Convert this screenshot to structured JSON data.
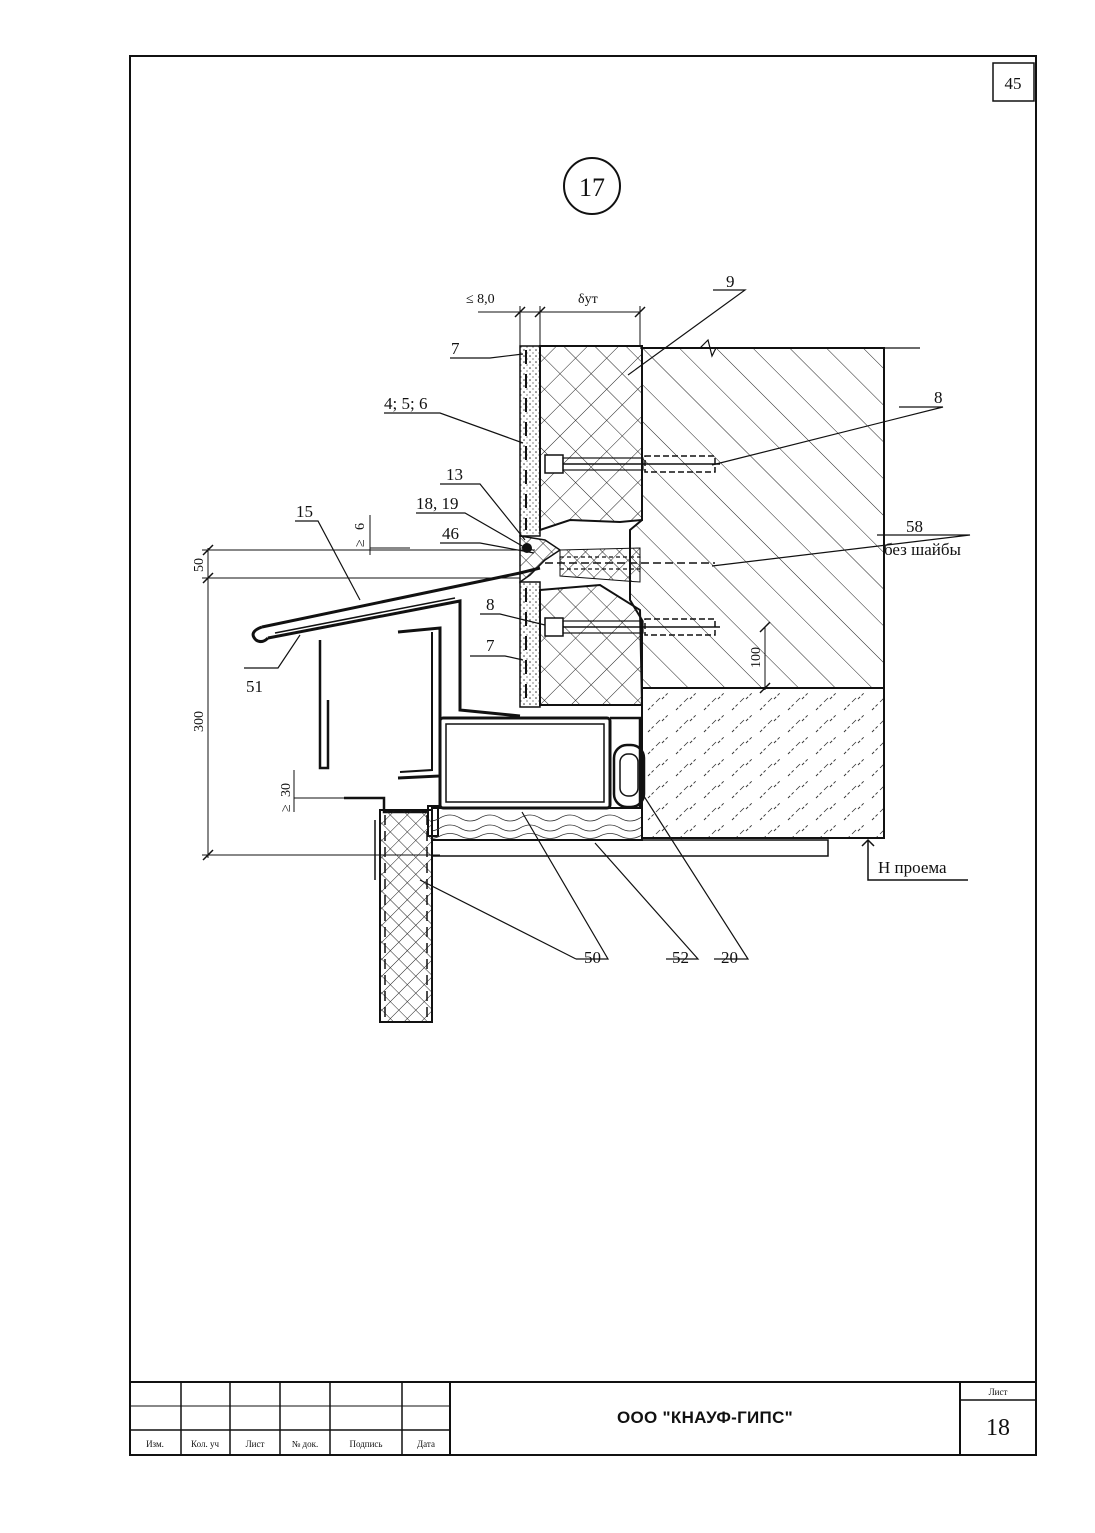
{
  "page_number_top": "45",
  "detail_number": "17",
  "dims": {
    "max_gap": "≤ 8,0",
    "insulation": "δут",
    "d50": "50",
    "d300": "300",
    "d30": "30",
    "d6": "6",
    "d100": "100"
  },
  "callouts": {
    "c9": "9",
    "c7a": "7",
    "c456": "4; 5; 6",
    "c8a": "8",
    "c13": "13",
    "c1819": "18, 19",
    "c46": "46",
    "c15": "15",
    "c58": "58",
    "c58_note": "без шайбы",
    "c8b": "8",
    "c7b": "7",
    "c51": "51",
    "c50": "50",
    "c52": "52",
    "c20": "20"
  },
  "level_mark": "Н проема",
  "title_block": {
    "columns": [
      "Изм.",
      "Кол. уч",
      "Лист",
      "№ док.",
      "Подпись",
      "Дата"
    ],
    "company": "ООО \"КНАУФ-ГИПС\"",
    "sheet_label": "Лист",
    "sheet_number": "18"
  }
}
